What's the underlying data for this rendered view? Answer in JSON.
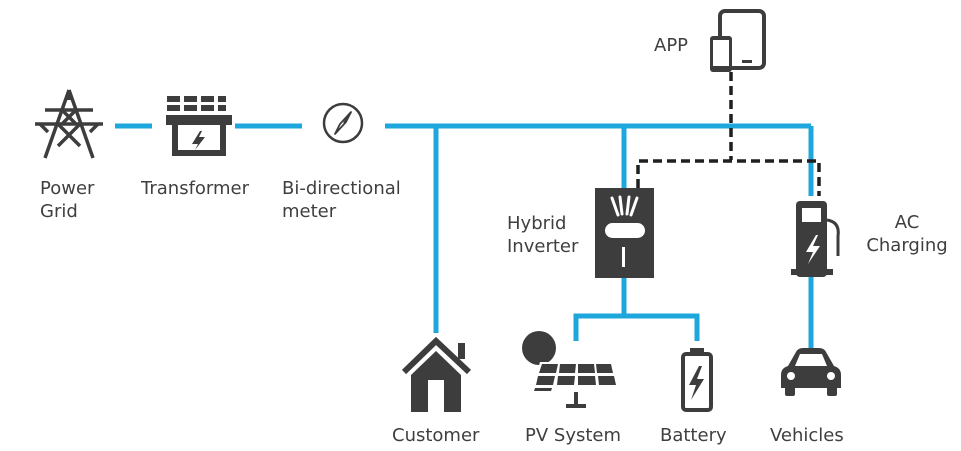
{
  "diagram": {
    "colors": {
      "line": "#1ea7dd",
      "icon": "#3d3d3d",
      "dash": "#1f1f1f",
      "background": "#ffffff"
    },
    "nodes": [
      {
        "id": "power-grid",
        "icon": "power-tower-icon",
        "label_lines": [
          "Power",
          "Grid"
        ]
      },
      {
        "id": "transformer",
        "icon": "transformer-icon",
        "label_lines": [
          "Transformer"
        ]
      },
      {
        "id": "meter",
        "icon": "meter-icon",
        "label_lines": [
          "Bi-directional",
          "meter"
        ]
      },
      {
        "id": "app",
        "icon": "tablet-phone-icon",
        "label_lines": [
          "APP"
        ]
      },
      {
        "id": "inverter",
        "icon": "hybrid-inverter-icon",
        "label_lines": [
          "Hybrid",
          "Inverter"
        ]
      },
      {
        "id": "ac-charging",
        "icon": "charging-station-icon",
        "label_lines": [
          "AC",
          "Charging"
        ]
      },
      {
        "id": "customer",
        "icon": "house-icon",
        "label_lines": [
          "Customer"
        ]
      },
      {
        "id": "pv-system",
        "icon": "solar-panel-icon",
        "label_lines": [
          "PV System"
        ]
      },
      {
        "id": "battery",
        "icon": "battery-icon",
        "label_lines": [
          "Battery"
        ]
      },
      {
        "id": "vehicles",
        "icon": "car-icon",
        "label_lines": [
          "Vehicles"
        ]
      }
    ],
    "power_links": [
      [
        "power-grid",
        "transformer"
      ],
      [
        "transformer",
        "meter"
      ],
      [
        "meter",
        "customer"
      ],
      [
        "meter",
        "inverter"
      ],
      [
        "meter",
        "ac-charging"
      ],
      [
        "inverter",
        "pv-system"
      ],
      [
        "inverter",
        "battery"
      ],
      [
        "ac-charging",
        "vehicles"
      ]
    ],
    "communication_links": [
      [
        "app",
        "inverter"
      ],
      [
        "app",
        "ac-charging"
      ]
    ]
  }
}
